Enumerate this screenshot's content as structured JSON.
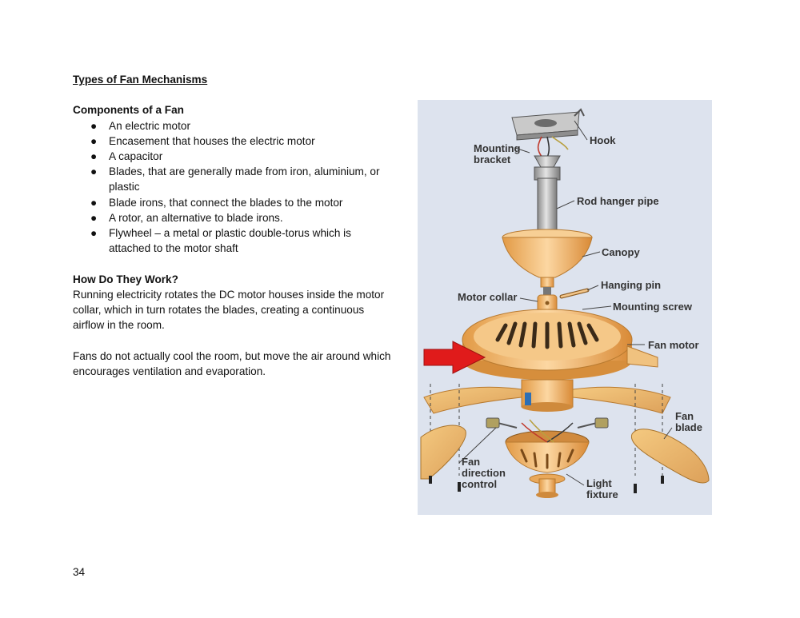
{
  "document": {
    "section_title": "Types of Fan Mechanisms",
    "components_heading": "Components of a Fan",
    "components": [
      "An electric motor",
      "Encasement that houses the electric motor",
      "A capacitor",
      "Blades, that are generally made from iron, aluminium, or plastic",
      "Blade irons, that connect the blades to the motor",
      "A rotor, an alternative to blade irons.",
      "Flywheel – a metal or plastic double-torus which is attached to the motor shaft"
    ],
    "bullet": "●",
    "how_heading": "How Do They Work?",
    "how_paragraph_1": "Running electricity rotates the DC motor houses inside the motor collar, which in turn rotates the blades, creating a continuous airflow in the room.",
    "how_paragraph_2": "Fans do not actually cool the room, but move the air around which encourages ventilation and evaporation.",
    "page_number": "34"
  },
  "figure": {
    "background_color": "#dde3ee",
    "metal_color": "#f0b972",
    "arrow_color": "#e01b1b",
    "labels": {
      "mounting_bracket_1": "Mounting",
      "mounting_bracket_2": "bracket",
      "hook": "Hook",
      "rod_hanger_pipe": "Rod hanger pipe",
      "canopy": "Canopy",
      "hanging_pin": "Hanging pin",
      "motor_collar": "Motor collar",
      "mounting_screw": "Mounting screw",
      "fan_motor": "Fan motor",
      "fan_blade_1": "Fan",
      "fan_blade_2": "blade",
      "fan_direction_control_1": "Fan",
      "fan_direction_control_2": "direction",
      "fan_direction_control_3": "control",
      "light_fixture_1": "Light",
      "light_fixture_2": "fixture"
    }
  }
}
